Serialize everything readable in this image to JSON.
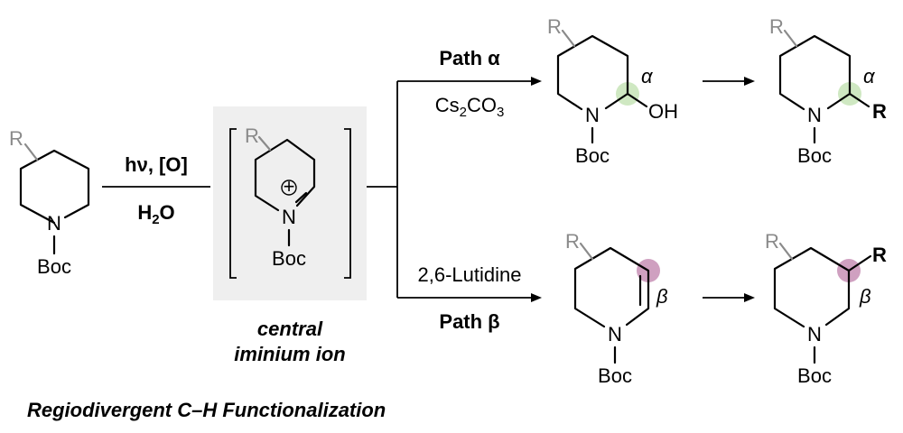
{
  "atoms": {
    "r_group": "R",
    "nitrogen": "N",
    "boc": "Boc",
    "hydroxyl": "OH",
    "r_bold": "R",
    "charge": "+"
  },
  "conditions": {
    "reagent": "hν, [O]",
    "water_h": "H",
    "water_sub": "2",
    "water_o": "O"
  },
  "intermediate": {
    "label_line1": "central",
    "label_line2": "iminium ion",
    "box_color": "#efefef",
    "label_color": "#2a5d9b"
  },
  "path_alpha": {
    "label": "Path α",
    "base_cs": "Cs",
    "base_sub1": "2",
    "base_co": "CO",
    "base_sub2": "3",
    "site": "α",
    "color": "#4a7a3a",
    "highlight": "#cfe8c2"
  },
  "path_beta": {
    "label": "Path β",
    "base": "2,6-Lutidine",
    "site": "β",
    "color": "#7a2e5a",
    "highlight": "#cfa0c0"
  },
  "caption": "Regiodivergent C–H Functionalization"
}
